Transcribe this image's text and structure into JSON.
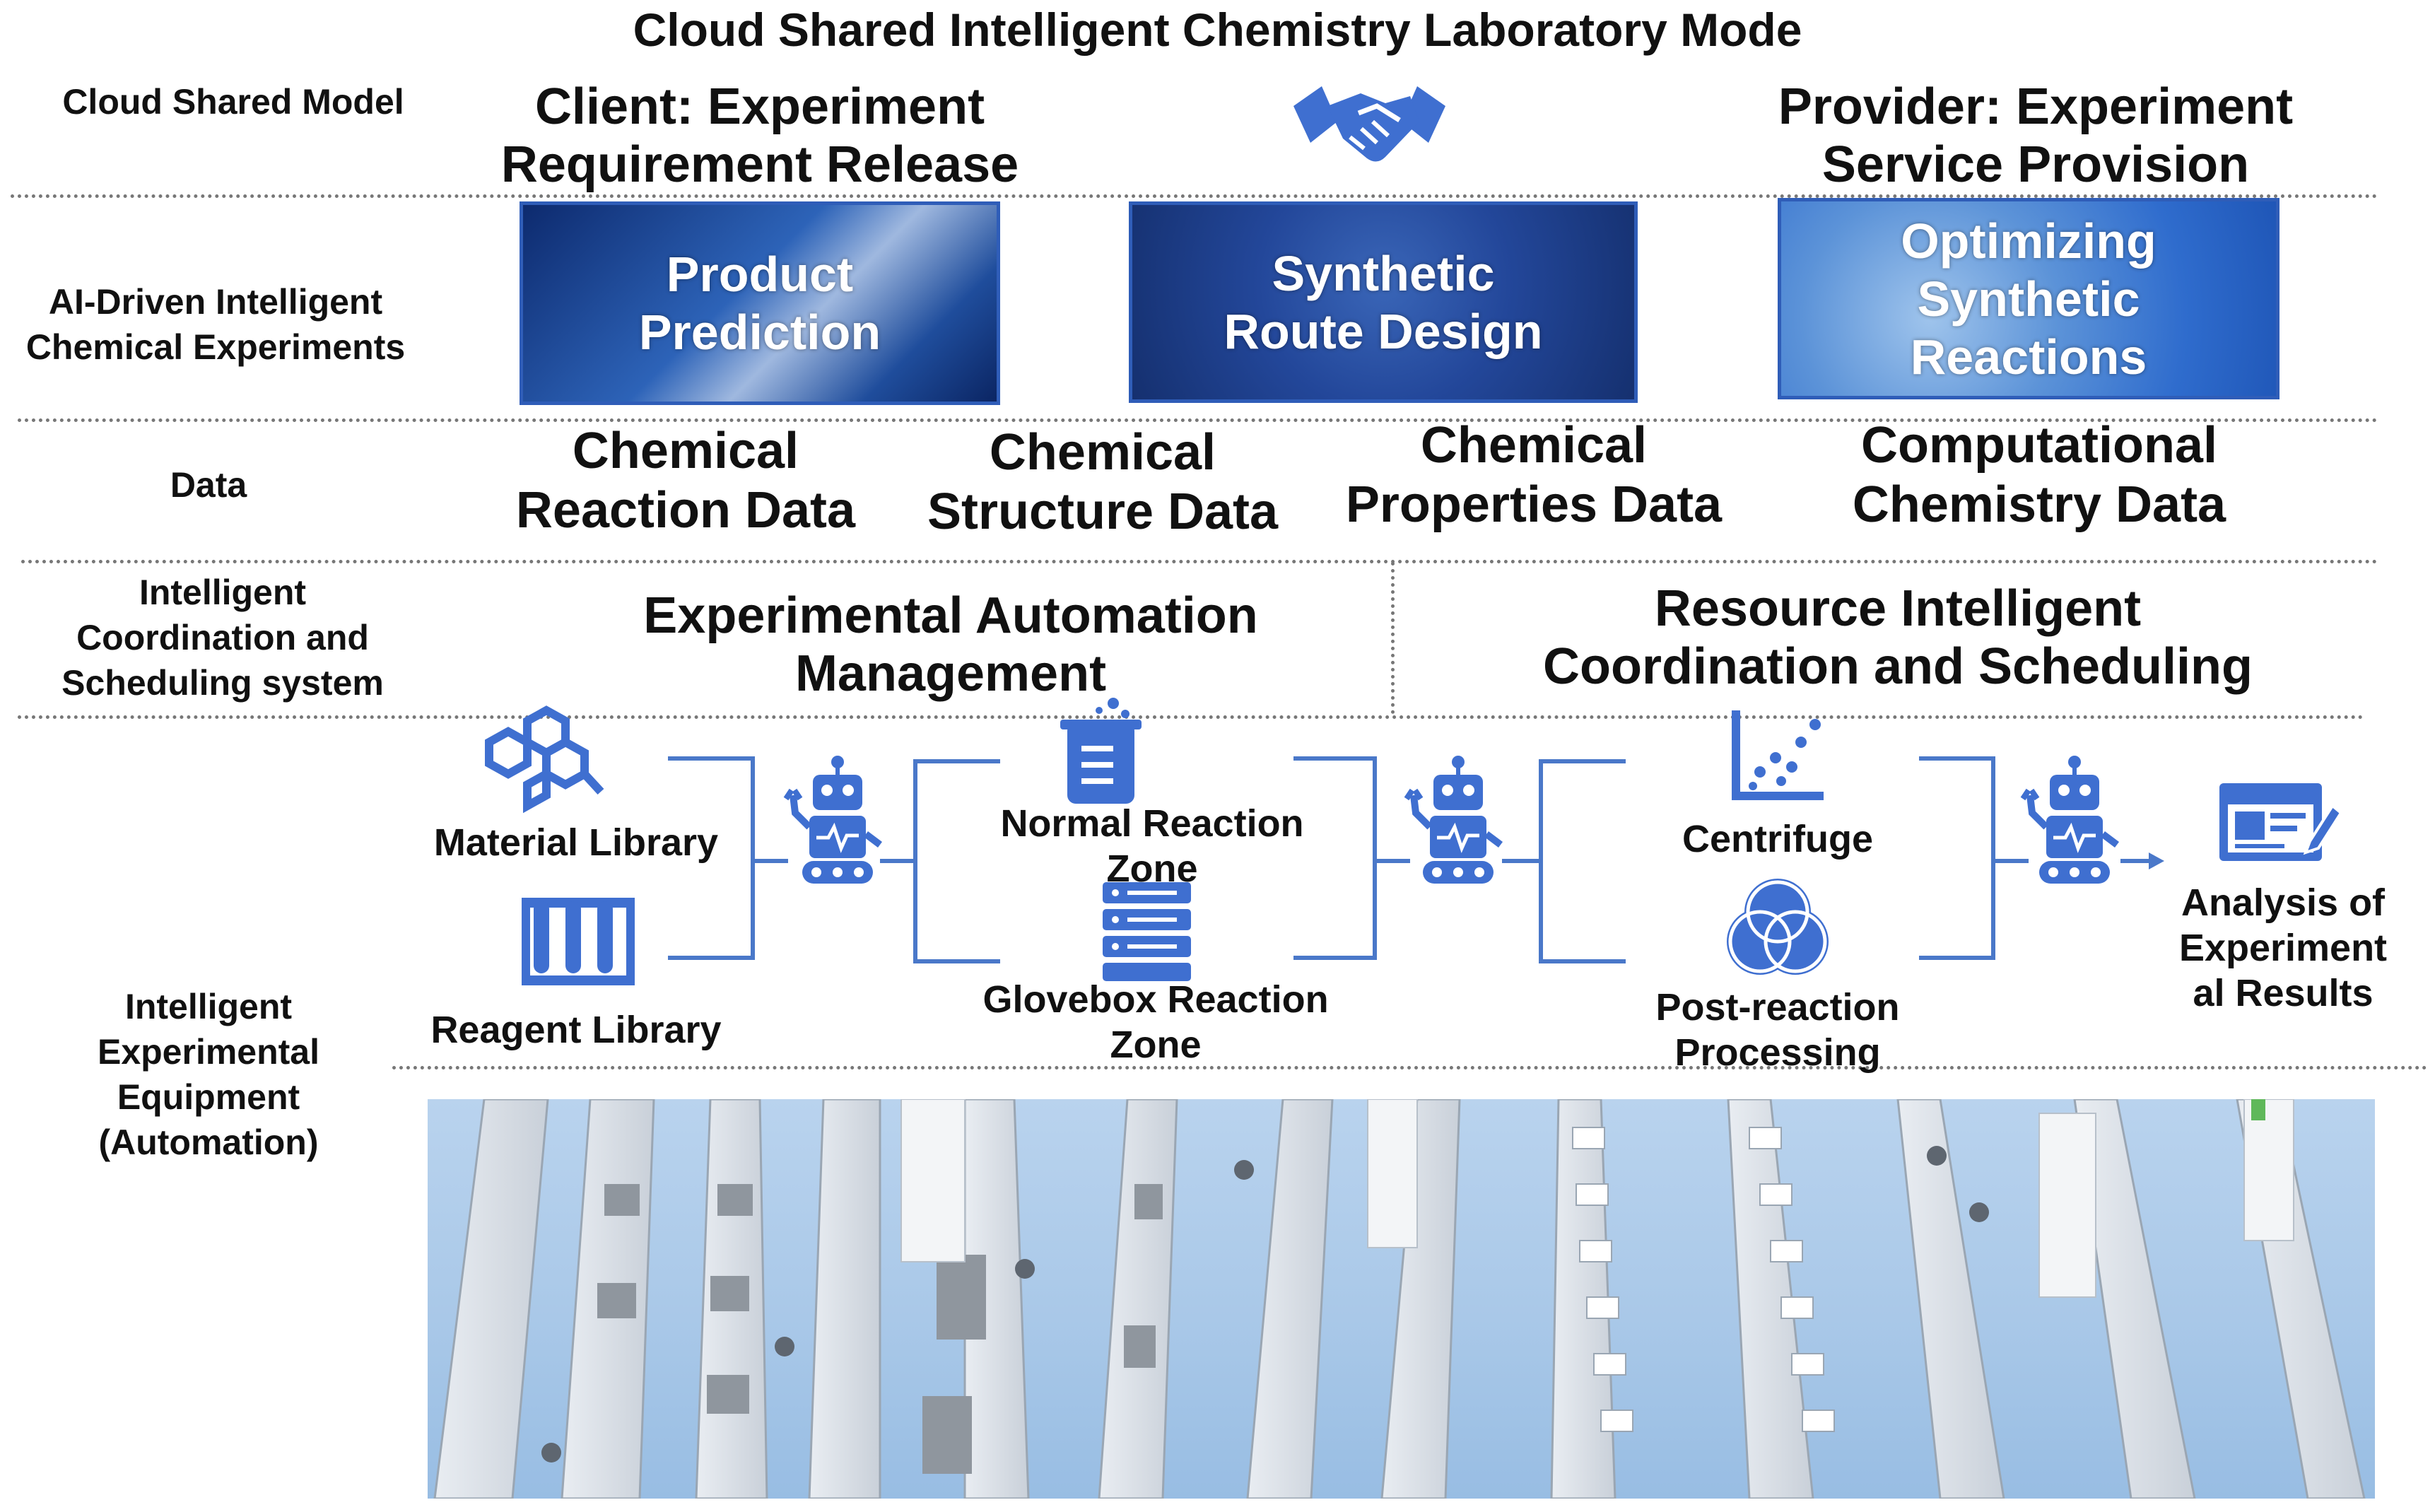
{
  "title": "Cloud Shared Intelligent Chemistry Laboratory Mode",
  "rows": {
    "cloud_model": "Cloud Shared Model",
    "ai_driven": "AI-Driven Intelligent Chemical Experiments",
    "data": "Data",
    "coordination": "Intelligent Coordination and Scheduling system",
    "equipment": "Intelligent Experimental Equipment (Automation)"
  },
  "cloud": {
    "client": "Client: Experiment Requirement Release",
    "provider": "Provider: Experiment Service Provision",
    "handshake_icon": "handshake-icon"
  },
  "ai_panels": {
    "product_prediction": "Product Prediction",
    "route_design": "Synthetic Route Design",
    "optimizing": "Optimizing Synthetic Reactions"
  },
  "data_items": {
    "reaction": "Chemical Reaction Data",
    "structure": "Chemical Structure Data",
    "properties": "Chemical Properties Data",
    "computational": "Computational Chemistry Data"
  },
  "coordination_items": {
    "automation": "Experimental Automation Management",
    "resource": "Resource Intelligent Coordination and Scheduling"
  },
  "flow": {
    "material_library": "Material Library",
    "reagent_library": "Reagent Library",
    "normal_zone": "Normal Reaction Zone",
    "glovebox_zone": "Glovebox Reaction Zone",
    "centrifuge": "Centrifuge",
    "post_reaction": "Post-reaction Processing",
    "analysis": "Analysis of Experiment al Results"
  },
  "colors": {
    "icon_blue": "#3f6fd0",
    "bracket_blue": "#4a78c9",
    "floor_blue": "#a9c8e8"
  }
}
